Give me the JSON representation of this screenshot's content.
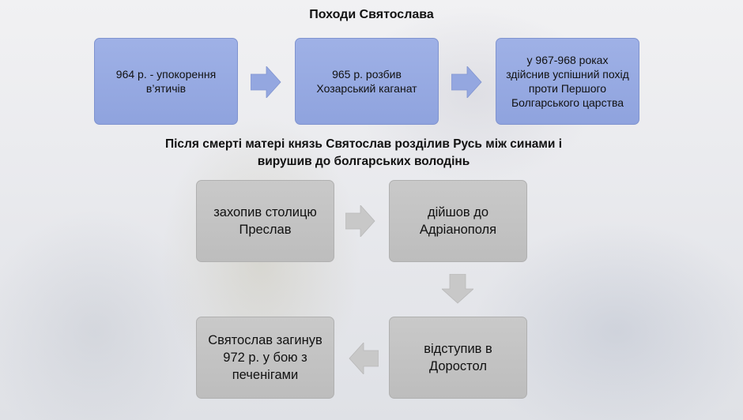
{
  "title": "Походи Святослава",
  "subtitle": "Після смерті матері князь Святослав розділив Русь між синами і вирушив до болгарських володінь",
  "colors": {
    "blue_box": "#94a7e0",
    "blue_arrow": "#94a7e0",
    "grey_box": "#c3c3c3",
    "grey_arrow": "#c8c8c8"
  },
  "campaigns": [
    {
      "text": "964 р. - упокорення в’ятичів"
    },
    {
      "text": "965 р. розбив Хозарський каганат"
    },
    {
      "text": "у 967-968 роках здійснив успішний похід проти Першого Болгарського царства"
    }
  ],
  "bulgaria_steps": [
    {
      "text": "захопив столицю Преслав"
    },
    {
      "text": "дійшов до Адріанополя"
    },
    {
      "text": "відступив в Доростол"
    },
    {
      "text": "Святослав загинув 972 р. у бою з печенігами"
    }
  ]
}
